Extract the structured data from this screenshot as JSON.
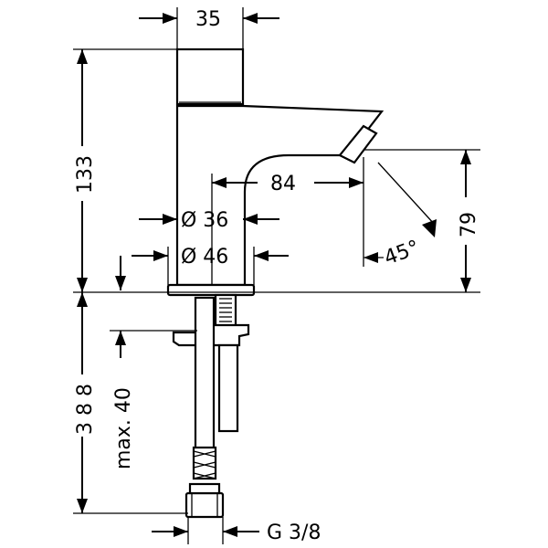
{
  "drawing": {
    "dimensions": {
      "top_width": "35",
      "height_total": "133",
      "spout_reach": "84",
      "diam_36": "Ø 36",
      "diam_46": "Ø 46",
      "spout_angle": "45°",
      "spout_height": "79",
      "length_below": "3 8 8",
      "max_thickness": "max. 40",
      "thread": "G 3/8"
    }
  }
}
